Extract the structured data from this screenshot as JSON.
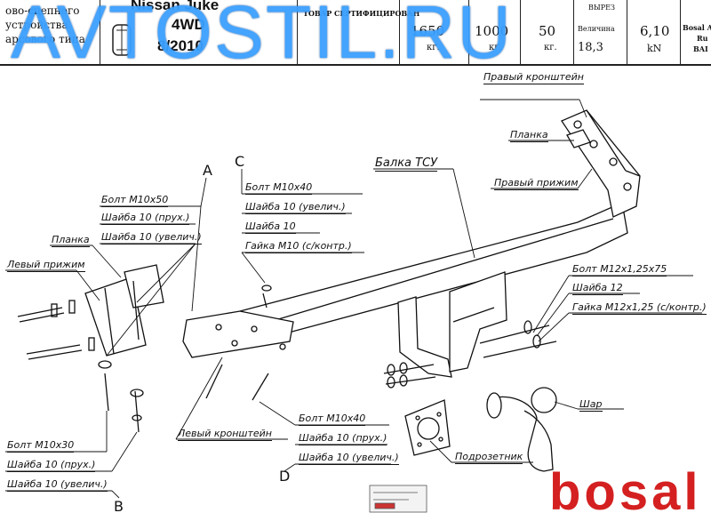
{
  "header": {
    "product_desc_lines": [
      "ово-сцепного",
      "устройства",
      "арсового типа"
    ],
    "car_model": "Nissan Juke",
    "drive": "4WD",
    "date": "8/2010",
    "cert_text": "ТОВАР СЕРТИФИЦИРОВАН",
    "cut_text": "ВЫРЕЗ",
    "load_1": "1650",
    "load_1_unit": "кг.",
    "load_2": "1000",
    "load_2_unit": "кг.",
    "vertical_load": "50",
    "vertical_unit": "кг.",
    "d_value_label": "Величина",
    "d_value": "6,10",
    "d_unit": "kN",
    "weight_partial": "18,3",
    "manufacturer": "Bosal A",
    "manufacturer_2": "Ru",
    "manufacturer_3": "BAI"
  },
  "watermark": "AVTOSTIL.RU",
  "labels": {
    "right_bracket": "Правый кронштейн",
    "plate_right": "Планка",
    "right_clamp": "Правый прижим",
    "beam": "Балка ТСУ",
    "bolt_m12": "Болт М12х1,25х75",
    "washer_12": "Шайба 12",
    "nut_m12": "Гайка М12х1,25 (с/контр.)",
    "ball": "Шар",
    "socket_holder": "Подрозетник",
    "left_bracket": "Левый кронштейн",
    "plate_left": "Планка",
    "left_clamp": "Левый прижим",
    "group_a": [
      "Болт М10х50",
      "Шайба 10 (прух.)",
      "Шайба 10 (увелич.)"
    ],
    "group_b": [
      "Болт М10х30",
      "Шайба 10 (прух.)",
      "Шайба 10 (увелич.)"
    ],
    "group_c": [
      "Болт М10х40",
      "Шайба 10 (увелич.)",
      "Шайба 10",
      "Гайка М10 (с/контр.)"
    ],
    "group_d": [
      "Болт М10х40",
      "Шайба 10 (прух.)",
      "Шайба 10 (увелич.)"
    ],
    "letter_a": "A",
    "letter_b": "B",
    "letter_c": "C",
    "letter_d": "D"
  },
  "brand_logo": "bosal"
}
